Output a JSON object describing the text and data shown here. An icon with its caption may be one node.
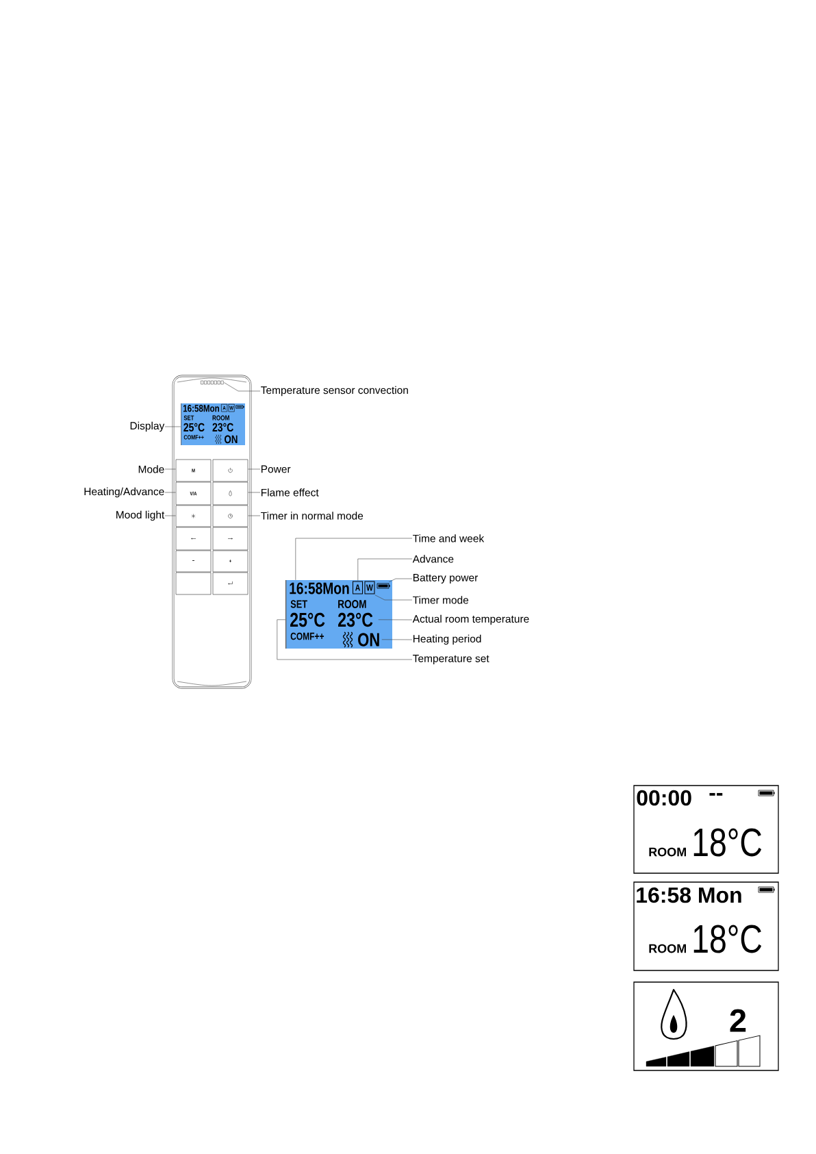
{
  "diagram": {
    "nodes": [
      {
        "text": [],
        "shape": "box"
      },
      {
        "text": [],
        "shape": "box",
        "in": 0
      },
      {
        "text": [
          "Temperature sensor convection"
        ]
      },
      {
        "text": [
          "16:58Mon",
          "A",
          "W",
          "SET",
          "ROOM",
          "25°C",
          "23°C",
          "COMF++",
          "ON"
        ],
        "in": 0
      },
      {
        "text": [
          "Display"
        ]
      },
      {
        "text": [
          "M"
        ],
        "in": 0
      },
      {
        "text": [],
        "shape": "box",
        "in": 0
      },
      {
        "text": [
          "V/A"
        ],
        "in": 0
      },
      {
        "text": [],
        "shape": "box",
        "in": 0
      },
      {
        "text": [],
        "shape": "box",
        "in": 0
      },
      {
        "text": [],
        "shape": "box",
        "in": 0
      },
      {
        "text": [],
        "shape": "box",
        "in": 0
      },
      {
        "text": [],
        "shape": "box",
        "in": 0
      },
      {
        "text": [
          "−"
        ],
        "in": 0
      },
      {
        "text": [
          "+"
        ],
        "in": 0
      },
      {
        "text": [],
        "shape": "box",
        "in": 0
      },
      {
        "text": [],
        "shape": "box",
        "in": 0
      },
      {
        "text": [
          "Mode"
        ]
      },
      {
        "text": [
          "Power"
        ]
      },
      {
        "text": [
          "Heating/Advance"
        ]
      },
      {
        "text": [
          "Flame effect"
        ]
      },
      {
        "text": [
          "Mood light"
        ]
      },
      {
        "text": [
          "Timer in normal mode"
        ]
      },
      {
        "text": [
          "16:58Mon",
          "A",
          "W",
          "SET",
          "ROOM",
          "25°C",
          "23°C",
          "COMF++",
          "ON"
        ]
      },
      {
        "text": [
          "Time and week"
        ]
      },
      {
        "text": [
          "Advance"
        ]
      },
      {
        "text": [
          "Battery power"
        ]
      },
      {
        "text": [
          "Timer mode"
        ]
      },
      {
        "text": [
          "Actual room temperature"
        ]
      },
      {
        "text": [
          "Heating period"
        ]
      },
      {
        "text": [
          "Temperature set"
        ]
      },
      {
        "text": [
          "00:00",
          "--",
          "ROOM",
          "18°C"
        ]
      },
      {
        "text": [
          "16:58 Mon",
          "ROOM",
          "18°C"
        ]
      },
      {
        "text": [
          "2"
        ]
      }
    ],
    "edges": [
      {
        "from": 2,
        "to": 1,
        "arrow": "none"
      },
      {
        "from": 4,
        "to": 3,
        "arrow": "none"
      },
      {
        "from": 17,
        "to": 5,
        "arrow": "none"
      },
      {
        "from": 18,
        "to": 6,
        "arrow": "none"
      },
      {
        "from": 19,
        "to": 7,
        "arrow": "none"
      },
      {
        "from": 20,
        "to": 8,
        "arrow": "none"
      },
      {
        "from": 21,
        "to": 9,
        "arrow": "none"
      },
      {
        "from": 22,
        "to": 10,
        "arrow": "none"
      },
      {
        "from": 24,
        "to": 23,
        "arrow": "none"
      },
      {
        "from": 25,
        "to": 23,
        "arrow": "none"
      },
      {
        "from": 26,
        "to": 23,
        "arrow": "none"
      },
      {
        "from": 27,
        "to": 23,
        "arrow": "none"
      },
      {
        "from": 28,
        "to": 23,
        "arrow": "none"
      },
      {
        "from": 29,
        "to": 23,
        "arrow": "none"
      },
      {
        "from": 30,
        "to": 23,
        "arrow": "none"
      }
    ]
  }
}
